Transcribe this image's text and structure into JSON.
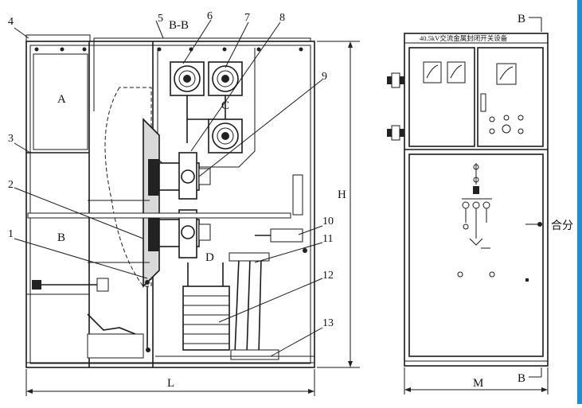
{
  "diagram": {
    "section_title": "B-B",
    "nameplate": "40.5kV交流金属封闭开关设备",
    "switch_label": "合分",
    "section_marks": [
      "B",
      "B"
    ],
    "compartments": [
      "A",
      "B",
      "C",
      "D"
    ],
    "dimensions": {
      "height": "H",
      "length": "L",
      "width": "M"
    },
    "callouts": [
      "1",
      "2",
      "3",
      "4",
      "5",
      "6",
      "7",
      "8",
      "9",
      "10",
      "11",
      "12",
      "13"
    ]
  },
  "colors": {
    "line": "#1a1a1a",
    "edge_accent": "#1a8fd6"
  }
}
